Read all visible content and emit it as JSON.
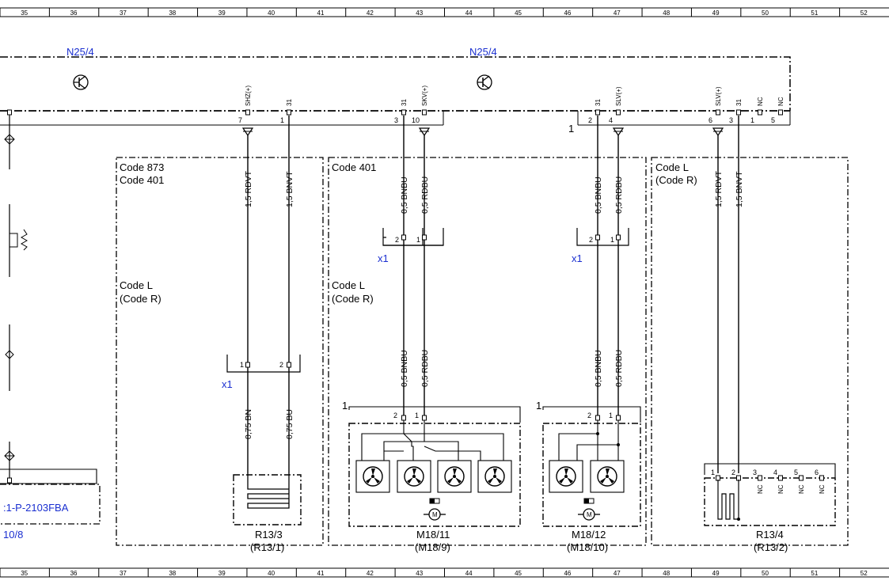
{
  "ruler": {
    "columns": [
      "35",
      "36",
      "37",
      "38",
      "39",
      "40",
      "41",
      "42",
      "43",
      "44",
      "45",
      "46",
      "47",
      "48",
      "49",
      "50",
      "51",
      "52"
    ]
  },
  "module": {
    "name_left": "N25/4",
    "name_right": "N25/4",
    "connector_ref": "1",
    "pins": [
      {
        "signal": "SHZ(+)",
        "pin": "7"
      },
      {
        "signal": "31",
        "pin": "1"
      },
      {
        "signal": "31",
        "pin": "3"
      },
      {
        "signal": "SKV(+)",
        "pin": "10"
      },
      {
        "signal": "31",
        "pin": "2"
      },
      {
        "signal": "SLV(+)",
        "pin": "4"
      },
      {
        "signal": "SLV(+)",
        "pin": "6"
      },
      {
        "signal": "31",
        "pin": "3"
      },
      {
        "signal": "NC",
        "pin": "1"
      },
      {
        "signal": "NC",
        "pin": "5"
      }
    ]
  },
  "zones": [
    {
      "code1": "Code 873",
      "code2": "Code 401",
      "side1": "Code L",
      "side2": "(Code R)"
    },
    {
      "code1": "Code 401",
      "side1": "Code L",
      "side2": "(Code R)"
    },
    {
      "code1": "Code L",
      "code2": "(Code R)"
    }
  ],
  "wires": {
    "w1": "1,5 RDVT",
    "w2": "1,5 BNVT",
    "w3": "0,5 BNBU",
    "w4": "0,5 RDBU",
    "w5": "0,5 BNBU",
    "w6": "0,5 RDBU",
    "w7": "1,5 RDVT",
    "w8": "1,5 BNVT",
    "w9": "0,5 BNBU",
    "w10": "0,5 RDBU",
    "w11": "0,5 BNBU",
    "w12": "0,5 RDBU",
    "w13": "0,75 BN",
    "w14": "0,75 BU"
  },
  "connectors": {
    "x1_label": "x1",
    "pin1": "1",
    "pin2": "2"
  },
  "components": {
    "r13_3": "R13/3",
    "r13_3_alt": "(R13/1)",
    "m18_11": "M18/11",
    "m18_11_alt": "(M18/9)",
    "m18_12": "M18/12",
    "m18_12_alt": "(M18/10)",
    "r13_4": "R13/4",
    "r13_4_alt": "(R13/2)",
    "pins_r13_4": [
      "1",
      "2",
      "3",
      "4",
      "5",
      "6"
    ],
    "nc": "NC",
    "motor_label": "M",
    "connector_one": "1"
  },
  "left_margin": {
    "ref_text": ":1-P-2103FBA",
    "ref_text2": "10/8"
  },
  "colors": {
    "line": "#000000",
    "link": "#1a2fd0"
  }
}
